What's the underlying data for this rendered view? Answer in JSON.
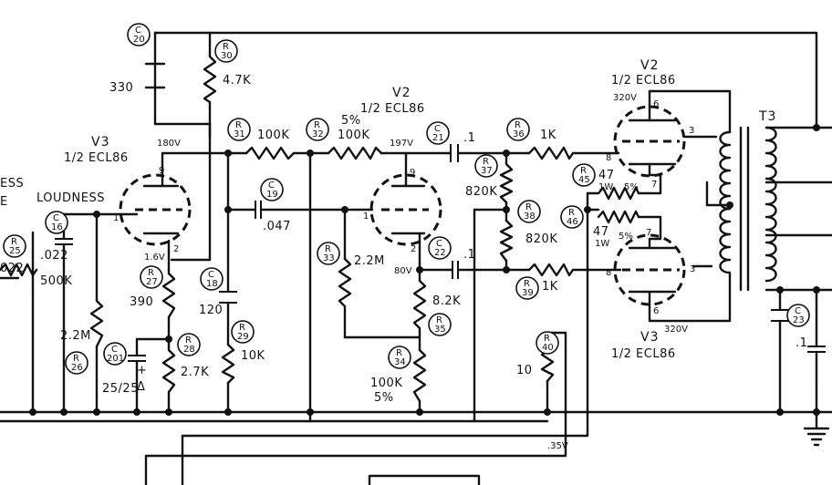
{
  "tubes": {
    "v3_left": {
      "name": "V3",
      "type": "1/2 ECL86"
    },
    "v2_mid": {
      "name": "V2",
      "type": "1/2 ECL86"
    },
    "v2_right": {
      "name": "V2",
      "type": "1/2 ECL86"
    },
    "v3_right": {
      "name": "V3",
      "type": "1/2 ECL86"
    }
  },
  "transformer": {
    "name": "T3"
  },
  "labels": {
    "loudness": "LOUDNESS",
    "partial_top": "ESS",
    "partial_mid": "E",
    "partial_022": "022"
  },
  "pins": {
    "p9a": "9",
    "p1a": "1",
    "p2a": "2",
    "p9b": "9",
    "p1b": "1",
    "p2b": "2",
    "p6a": "6",
    "p3a": "3",
    "p8a": "8",
    "p7a": "7",
    "p7b": "7",
    "p8b": "8",
    "p3b": "3",
    "p6b": "6"
  },
  "voltages": {
    "v180": "180V",
    "v1_6": "1.6V",
    "v197": "197V",
    "v80": "80V",
    "v320a": "320V",
    "v320b": "320V",
    "v35": ".35V"
  },
  "components": {
    "c20": {
      "ref": "C",
      "num": "20",
      "value": "330"
    },
    "r30": {
      "ref": "R",
      "num": "30",
      "value": "4.7K"
    },
    "r31": {
      "ref": "R",
      "num": "31",
      "value": "100K"
    },
    "r32": {
      "ref": "R",
      "num": "32",
      "value": "100K",
      "tol": "5%"
    },
    "c21": {
      "ref": "C",
      "num": "21",
      "value": ".1"
    },
    "r36": {
      "ref": "R",
      "num": "36",
      "value": "1K"
    },
    "r37": {
      "ref": "R",
      "num": "37",
      "value": "820K"
    },
    "r38": {
      "ref": "R",
      "num": "38",
      "value": "820K"
    },
    "r45": {
      "ref": "R",
      "num": "45",
      "value": "47",
      "watt": "1W",
      "tol": "5%"
    },
    "r46": {
      "ref": "R",
      "num": "46",
      "value": "47",
      "watt": "1W",
      "tol": "5%"
    },
    "c16": {
      "ref": "C",
      "num": "16",
      "value": ".022"
    },
    "r25": {
      "ref": "R",
      "num": "25",
      "value": "500K"
    },
    "c19": {
      "ref": "C",
      "num": "19",
      "value": ".047"
    },
    "r33": {
      "ref": "R",
      "num": "33",
      "value": "2.2M"
    },
    "c22": {
      "ref": "C",
      "num": "22",
      "value": ".1"
    },
    "r35": {
      "ref": "R",
      "num": "35",
      "value": "8.2K"
    },
    "r39": {
      "ref": "R",
      "num": "39",
      "value": "1K"
    },
    "r27": {
      "ref": "R",
      "num": "27",
      "value": "390"
    },
    "c18": {
      "ref": "C",
      "num": "18",
      "value": "120"
    },
    "r29": {
      "ref": "R",
      "num": "29",
      "value": "10K"
    },
    "r26": {
      "ref": "R",
      "num": "26",
      "value": "2.2M"
    },
    "c201": {
      "ref": "C",
      "num": "201",
      "value": "25/25"
    },
    "r28": {
      "ref": "R",
      "num": "28",
      "value": "2.7K"
    },
    "r34": {
      "ref": "R",
      "num": "34",
      "value": "100K",
      "tol": "5%"
    },
    "r40": {
      "ref": "R",
      "num": "40",
      "value": "10"
    },
    "c23": {
      "ref": "C",
      "num": "23",
      "value": ".1"
    }
  },
  "symbols": {
    "plus": "+",
    "delta": "Δ"
  }
}
